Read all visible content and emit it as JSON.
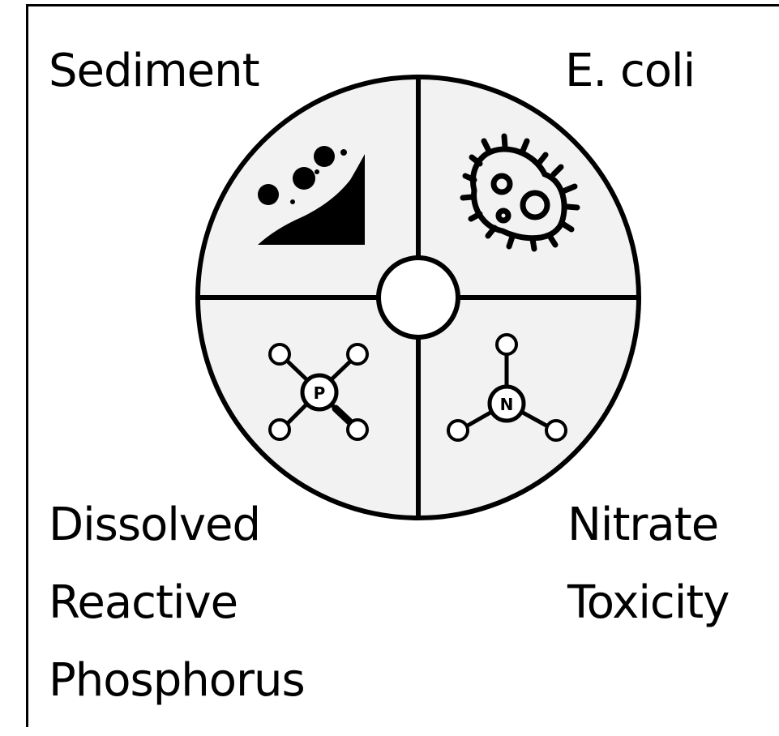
{
  "colors": {
    "quadrant_fill": "#f2f2f2",
    "stroke": "#000000",
    "hub_fill": "#ffffff",
    "icon_fill": "#000000"
  },
  "quadrants": {
    "top_left": {
      "label_lines": [
        "Sediment"
      ],
      "icon": "sediment-slope-icon"
    },
    "top_right": {
      "label_lines": [
        "E. coli"
      ],
      "icon": "bacteria-icon"
    },
    "bottom_left": {
      "label_lines": [
        "Dissolved",
        "Reactive",
        "Phosphorus"
      ],
      "icon": "phosphate-molecule-icon",
      "atom_symbol": "P"
    },
    "bottom_right": {
      "label_lines": [
        "Nitrate",
        "Toxicity"
      ],
      "icon": "nitrate-molecule-icon",
      "atom_symbol": "N"
    }
  }
}
